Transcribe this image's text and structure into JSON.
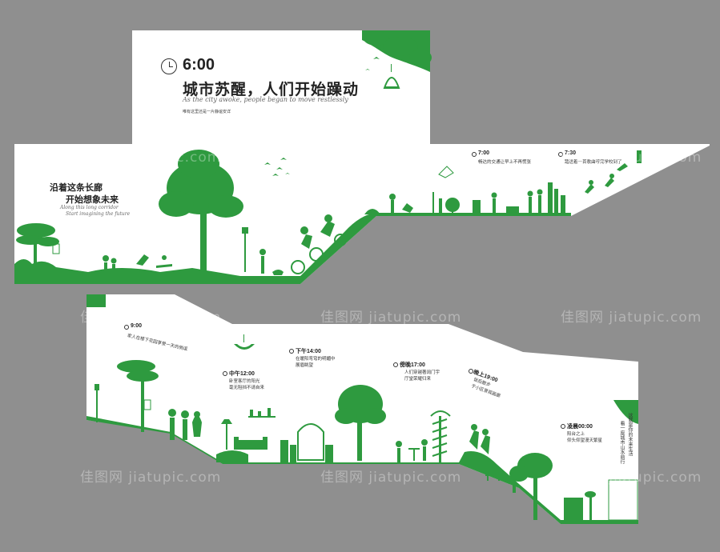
{
  "colors": {
    "background": "#8f8f8f",
    "panel": "#ffffff",
    "silhouette": "#2e9a3f",
    "text": "#222222"
  },
  "top_panel": {
    "time": "6:00",
    "headline": "城市苏醒，人们开始躁动",
    "english": "As the city awoke, people began to move restlessly",
    "subline": "唯有这里还是一片静谧安详"
  },
  "middle_panel": {
    "heading_line1": "沿着这条长廊",
    "heading_line2": "开始想象未来",
    "english_line1": "Along this long corridor",
    "english_line2": "Start imagining the future",
    "entries": [
      {
        "time": "7:00",
        "text": "畅达的交通让早上不再慌张"
      },
      {
        "time": "7:30",
        "text": "踏送着一首歌曲哼完学校到了"
      }
    ]
  },
  "bottom_panel": {
    "entries": [
      {
        "time": "9:00",
        "text": "家人在楼下花园享受一天的侧逗"
      },
      {
        "time": "中午12:00",
        "text_line1": "卧室客厅的阳光",
        "text_line2": "毫无阻挡不请自来"
      },
      {
        "time": "下午14:00",
        "text_line1": "在暖阳弯穹的明媚中",
        "text_line2": "展眉眺望"
      },
      {
        "time": "傍晚17:00",
        "text_line1": "人们穿越著阔门宇",
        "text_line2": "厅堂荣耀归来"
      },
      {
        "time": "晚上19:00",
        "text_line1": "饭后散步",
        "text_line2": "于小区景观画廊"
      },
      {
        "time": "凌晨00:00",
        "text_line1": "阳台之上",
        "text_line2": "仰头仰望漫天繁星"
      }
    ],
    "vertical_line1": "这就是你的未来生活",
    "vertical_line2": "看一座城市山水前行"
  },
  "watermarks": [
    "佳图网 jiatupic.com",
    "佳图网 jiatupic.com",
    "佳图网 jiatupic.com",
    "佳图网 jiatupic.com",
    "佳图网 jiatupic.com",
    "佳图网 jiatupic.com",
    "佳图网 jiatupic.com",
    "佳图网 jiatupic.com",
    "佳图网 jiatupic.com"
  ]
}
